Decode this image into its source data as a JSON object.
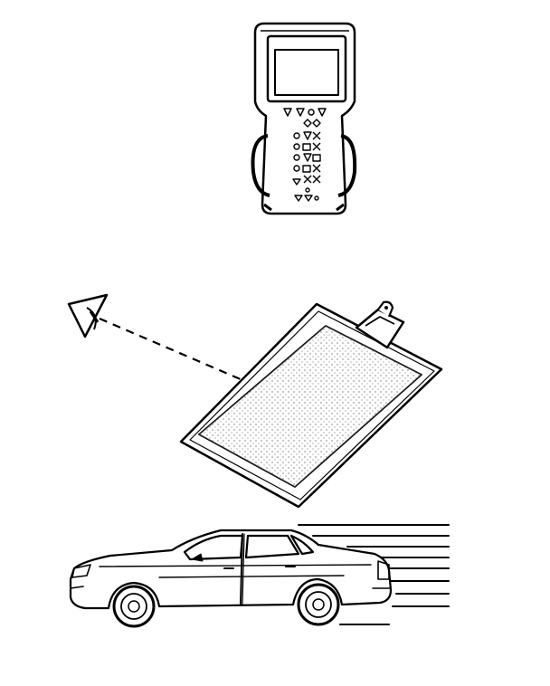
{
  "illustration": {
    "components": [
      "scan-tool",
      "eye",
      "clipboard",
      "car"
    ],
    "ink_color": "#000000",
    "paper_color": "#ffffff",
    "line_style": "dashed sight line from eye to clipboard",
    "speed_lines_count": 8
  }
}
